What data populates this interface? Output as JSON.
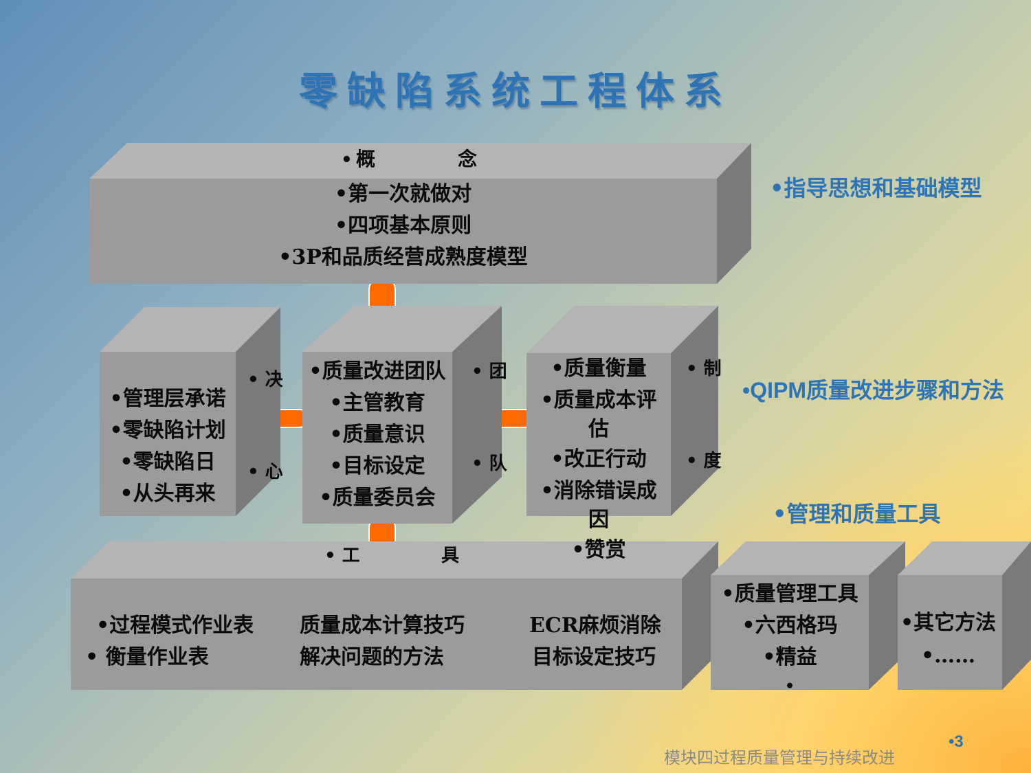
{
  "slide": {
    "title": "零缺陷系统工程体系",
    "footer": "模块四过程质量管理与持续改进",
    "page_number": "•3"
  },
  "side_labels": {
    "guide": "•指导思想和基础模型",
    "qipm": "•QIPM质量改进步骤和方法",
    "tools": "•管理和质量工具"
  },
  "concept_box": {
    "label_bullet": "•",
    "label_1": "概",
    "label_2": "念",
    "lines": [
      "•第一次就做对",
      "•四项基本原则",
      "•3P和品质经营成熟度模型"
    ]
  },
  "determination_box": {
    "lines": [
      "•管理层承诺",
      "•零缺陷计划",
      "•零缺陷日",
      "•从头再来"
    ],
    "side_1": "• 决",
    "side_2": "• 心"
  },
  "team_box": {
    "lines": [
      "•质量改进团队",
      "•主管教育",
      "•质量意识",
      "•目标设定",
      "•质量委员会"
    ],
    "side_1": "• 团",
    "side_2": "• 队"
  },
  "system_box": {
    "lines": [
      "•质量衡量",
      "•质量成本评",
      "估",
      "•改正行动",
      "•消除错误成",
      "因",
      "•赞赏"
    ],
    "side_1": "• 制",
    "side_2": "• 度"
  },
  "tools_box": {
    "label_1": "• 工",
    "label_2": "具",
    "col1": [
      "•过程模式作业表",
      "• 衡量作业表"
    ],
    "col2": [
      "质量成本计算技巧",
      "解决问题的方法"
    ],
    "col3": [
      "ECR麻烦消除",
      "目标设定技巧"
    ]
  },
  "quality_tools_box": {
    "lines": [
      "•质量管理工具",
      "•六西格玛",
      "•精益",
      "•"
    ]
  },
  "other_box": {
    "lines": [
      "•其它方法",
      "•……"
    ]
  },
  "colors": {
    "title": "#2e74b5",
    "box_front": "#9b9b9b",
    "box_top": "#b4b4b4",
    "box_side": "#7a7a7a",
    "connector": "#ff6a00"
  }
}
